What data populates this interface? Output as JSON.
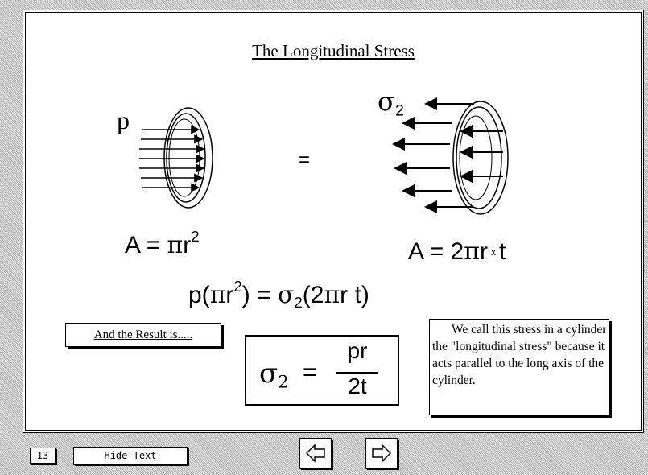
{
  "slide": {
    "title": "The Longitudinal  Stress",
    "labels": {
      "pressure": "p",
      "sigma": "σ",
      "sigma_sub": "2",
      "equals": "="
    },
    "area_left": {
      "a": "A  =  ",
      "pi": "π",
      "r": "r",
      "exp": "2"
    },
    "area_right": {
      "a": "A  =  2",
      "pi": "π",
      "r": "r",
      "times": "x",
      "t": "t"
    },
    "balance": {
      "p": "p(",
      "pi": "π",
      "r": "r",
      "exp": "2",
      "close": ")  =  ",
      "sigma": "σ",
      "sub": "2",
      "rhs_open": "(2",
      "pi2": "π",
      "rt": "r t)"
    },
    "result_label": "And the Result is.....",
    "formula": {
      "sigma": "σ",
      "sub": "2",
      "equals": "=",
      "numerator": "pr",
      "denominator": "2t"
    },
    "note": "We call this stress in a cylinder the \"longitudinal stress\" because it acts parallel to the long axis of the cylinder."
  },
  "nav": {
    "page_number": "13",
    "hide_text_label": "Hide Text",
    "prev_icon": "left-arrow-icon",
    "next_icon": "right-arrow-icon"
  }
}
